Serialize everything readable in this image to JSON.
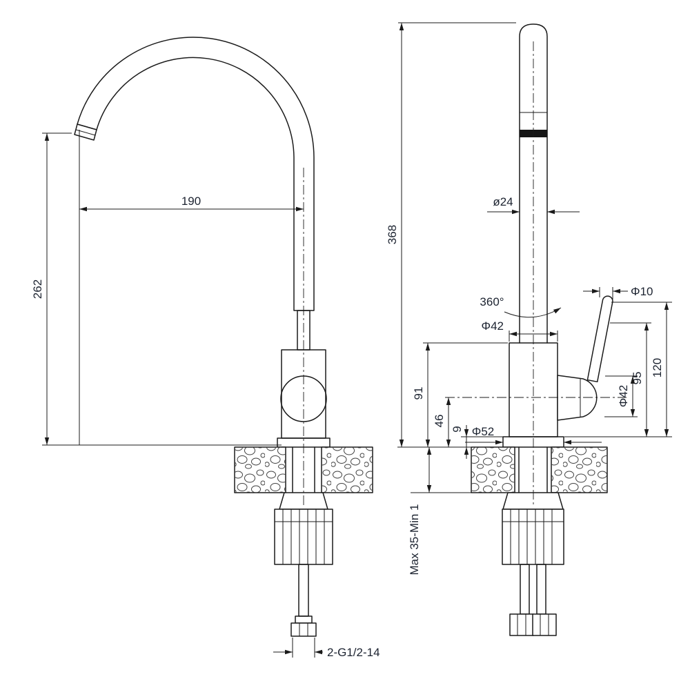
{
  "colors": {
    "line": "#1a1a1a",
    "text": "#1c2330",
    "background": "#ffffff"
  },
  "side_view": {
    "dims": {
      "spout_reach": "190",
      "spout_height": "262",
      "inlet_thread": "2-G1/2-14"
    }
  },
  "front_view": {
    "dims": {
      "total_height": "368",
      "spout_tube_diameter": "ø24",
      "swivel": "360°",
      "handle_diameter": "Φ10",
      "body_diameter": "Φ42",
      "lever_height": "95",
      "handle_overall_height": "120",
      "body_above_deck": "91",
      "handle_center_height": "46",
      "base_height": "9",
      "base_diameter": "Φ52",
      "joint_diameter": "Φ42",
      "deck_thickness": "Max 35-Min 1"
    }
  }
}
